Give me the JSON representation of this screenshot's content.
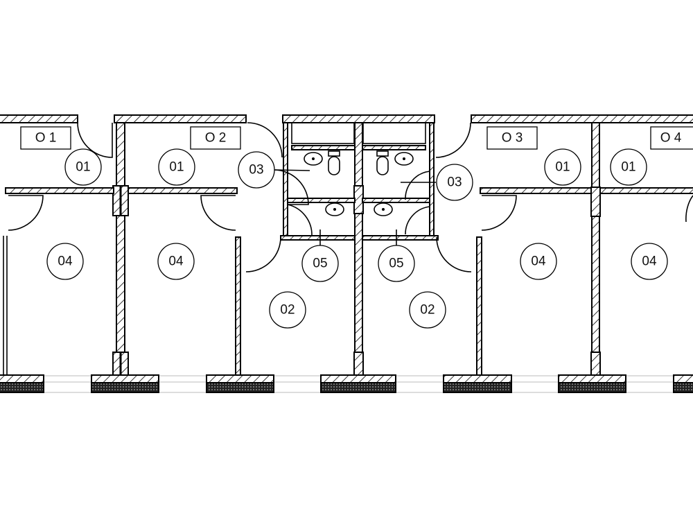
{
  "plan": {
    "units": [
      {
        "label": "O 1"
      },
      {
        "label": "O 2"
      },
      {
        "label": "O 3"
      },
      {
        "label": "O 4"
      }
    ],
    "room_tags": {
      "r01": "01",
      "r02": "02",
      "r03": "03",
      "r04": "04",
      "r05": "05"
    }
  }
}
